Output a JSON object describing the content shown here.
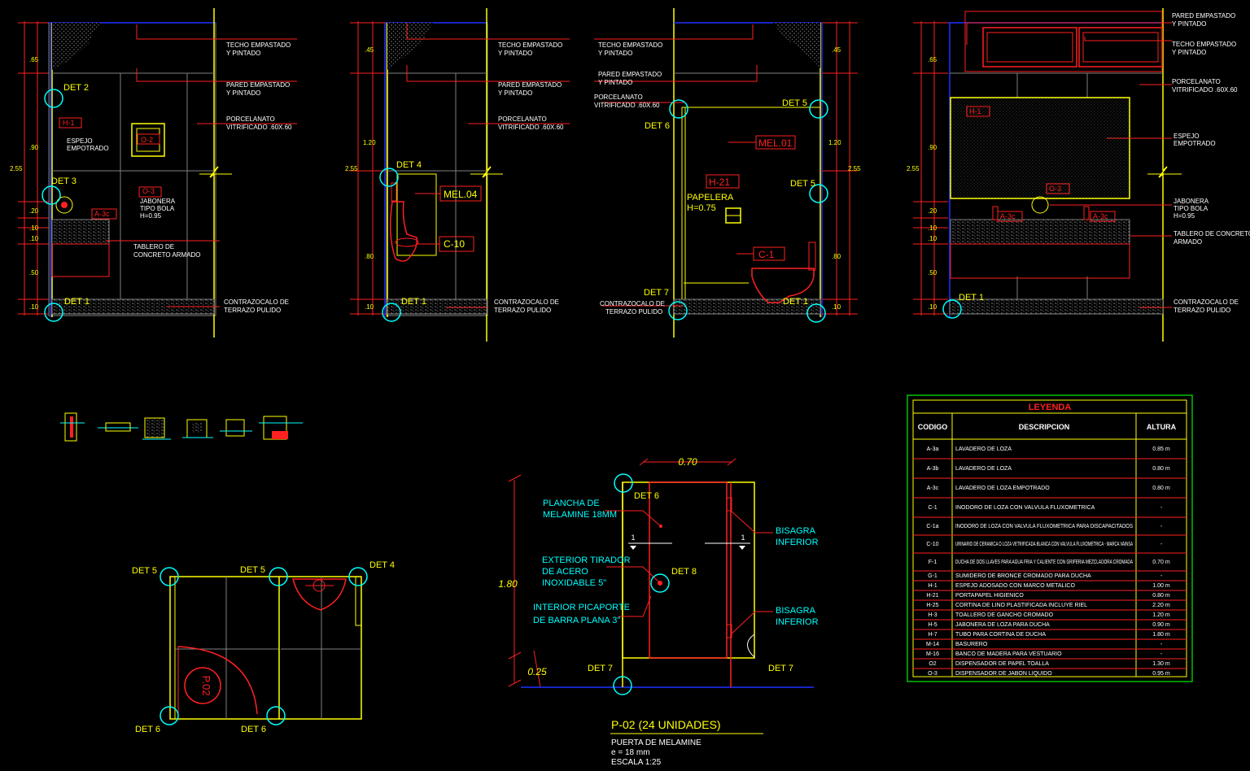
{
  "colors": {
    "background": "#000000",
    "wall": "#ffff00",
    "dimension": "#ff2020",
    "note": "#ffffff",
    "detail": "#00ffff",
    "blue": "#2030ff",
    "grid": "#808080",
    "legend_border": "#00c000"
  },
  "elev1": {
    "labels": [
      "TECHO EMPASTADO",
      "Y PINTADO",
      "PARED EMPASTADO",
      "Y PINTADO",
      "PORCELANATO",
      "VITRIFICADO .60X.60",
      "TABLERO DE",
      "CONCRETO ARMADO",
      "CONTRAZOCALO DE",
      "TERRAZO PULIDO"
    ],
    "dets": [
      "DET 2",
      "DET 3",
      "DET 1"
    ],
    "tags": [
      "H-1",
      "O-2",
      "O-3",
      "A-3c"
    ],
    "notes": [
      "ESPEJO",
      "EMPOTRADO",
      "JABONERA",
      "TIPO BOLA",
      "H=0.95"
    ],
    "dims": [
      ".65",
      ".90",
      "2.55",
      ".20",
      ".10",
      ".10",
      ".50",
      ".10"
    ]
  },
  "elev2": {
    "labels": [
      "TECHO EMPASTADO",
      "Y PINTADO",
      "PARED EMPASTADO",
      "Y PINTADO",
      "PORCELANATO",
      "VITRIFICADO .60X.60",
      "CONTRAZOCALO DE",
      "TERRAZO PULIDO"
    ],
    "dets": [
      "DET 4",
      "DET 1"
    ],
    "tags": [
      "MEL.04",
      "C-10"
    ],
    "dims": [
      ".45",
      "1.20",
      "2.55",
      ".80",
      ".10"
    ]
  },
  "elev3": {
    "labels": [
      "TECHO EMPASTADO",
      "Y PINTADO",
      "PARED EMPASTADO",
      "Y PINTADO",
      "PORCELANATO",
      "VITRIFICADO .60X.60",
      "CONTRAZOCALO DE",
      "TERRAZO PULIDO"
    ],
    "dets": [
      "DET 5",
      "DET 6",
      "DET 5",
      "DET 7",
      "DET 1"
    ],
    "tags": [
      "MEL.01",
      "H-21",
      "C-1"
    ],
    "notes": [
      "PAPELERA",
      "H=0.75"
    ],
    "dims": [
      ".45",
      "1.20",
      "2.55",
      ".80",
      ".10"
    ]
  },
  "elev4": {
    "labels": [
      "PARED EMPASTADO",
      "Y PINTADO",
      "TECHO EMPASTADO",
      "Y PINTADO",
      "PORCELANATO",
      "VITRIFICADO .60X.60",
      "ESPEJO",
      "EMPOTRADO",
      "JABONERA",
      "TIPO BOLA",
      "H=0.95",
      "TABLERO DE CONCRETO",
      "ARMADO",
      "CONTRAZOCALO DE",
      "TERRAZO PULIDO"
    ],
    "dets": [
      "DET 1"
    ],
    "tags": [
      "H-1",
      "O-3",
      "A-3c",
      "A-3c"
    ],
    "dims": [
      ".65",
      ".90",
      "2.55",
      ".20",
      ".10",
      ".10",
      ".50",
      ".10"
    ]
  },
  "plan": {
    "dets": [
      "DET 5",
      "DET 5",
      "DET 4",
      "DET 6",
      "DET 6"
    ],
    "door_tag": "P.02"
  },
  "door": {
    "width": "0.70",
    "height": "1.80",
    "gap": "0.25",
    "labels": [
      "PLANCHA DE",
      "MELAMINE 18MM",
      "EXTERIOR TIRADOR",
      "DE ACERO",
      "INOXIDABLE 5\"",
      "INTERIOR PICAPORTE",
      "DE BARRA PLANA 3\"",
      "BISAGRA",
      "INFERIOR",
      "BISAGRA",
      "INFERIOR"
    ],
    "dets": [
      "DET 6",
      "DET 8",
      "DET 7",
      "DET 7"
    ],
    "section_marks": [
      "1",
      "1"
    ],
    "title": "P-02 (24 UNIDADES)",
    "subtitle": [
      "PUERTA DE MELAMINE",
      "e = 18 mm",
      "ESCALA 1:25"
    ]
  },
  "legend": {
    "title": "LEYENDA",
    "headers": [
      "CODIGO",
      "DESCRIPCION",
      "ALTURA"
    ],
    "rows": [
      [
        "A-3a",
        "LAVADERO DE LOZA",
        "0.85 m"
      ],
      [
        "A-3b",
        "LAVADERO DE LOZA",
        "0.80 m"
      ],
      [
        "A-3c",
        "LAVADERO DE LOZA EMPOTRADO",
        "0.80 m"
      ],
      [
        "C-1",
        "INODORO DE LOZA CON VALVULA FLUXOMETRICA",
        "-"
      ],
      [
        "C-1a",
        "INODORO DE LOZA CON VALVULA FLUXOMETRICA PARA DISCAPACITADOS",
        "-"
      ],
      [
        "C-10",
        "URINARIO DE CERAMICA O LOZA VETRIFICADA BLANCA CON VALVULA FLUXOMETRICA - MARCA VAINSA",
        "-"
      ],
      [
        "F-1",
        "DUCHA DE DOS LLAVES PARA AGUA FRIA Y CALIENTE CON GRIFERIA MEZCLADORA CROMADA",
        "0.70 m"
      ],
      [
        "G-1",
        "SUMIDERO DE BRONCE CROMADO PARA DUCHA",
        "-"
      ],
      [
        "H-1",
        "ESPEJO ADOSADO CON MARCO METALICO",
        "1.00 m"
      ],
      [
        "H-21",
        "PORTAPAPEL HIGIENICO",
        "0.80 m"
      ],
      [
        "H-25",
        "CORTINA DE LINO PLASTIFICADA INCLUYE RIEL",
        "2.20 m"
      ],
      [
        "H-3",
        "TOALLERO DE GANCHO CROMADO",
        "1.20 m"
      ],
      [
        "H-5",
        "JABONERA DE LOZA PARA DUCHA",
        "0.90 m"
      ],
      [
        "H-7",
        "TUBO PARA CORTINA DE DUCHA",
        "1.80 m"
      ],
      [
        "M-14",
        "BASURERO",
        "-"
      ],
      [
        "M-16",
        "BANCO DE MADERA PARA VESTUARIO",
        "-"
      ],
      [
        "O2",
        "DISPENSADOR DE PAPEL TOALLA",
        "1.30 m"
      ],
      [
        "O-3",
        "DISPENSADOR DE JABON LIQUIDO",
        "0.95 m"
      ]
    ]
  }
}
